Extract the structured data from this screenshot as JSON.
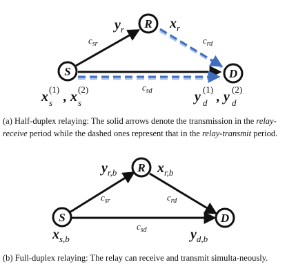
{
  "diagram_a": {
    "nodes": {
      "source": "S",
      "relay": "R",
      "destination": "D"
    },
    "symbols": {
      "y_r": "y",
      "y_r_sub": "r",
      "x_r": "x",
      "x_r_sub": "r",
      "c_sr": "c",
      "c_sr_sub": "sr",
      "c_rd": "c",
      "c_rd_sub": "rd",
      "c_sd": "c",
      "c_sd_sub": "sd",
      "xs1": "x",
      "xs1_sup": "(1)",
      "xs1_sub": "s",
      "comma1": ",",
      "xs2": "x",
      "xs2_sup": "(2)",
      "xs2_sub": "s",
      "yd1": "y",
      "yd1_sup": "(1)",
      "yd1_sub": "d",
      "comma2": ",",
      "yd2": "y",
      "yd2_sup": "(2)",
      "yd2_sub": "d"
    },
    "colors": {
      "solid": "#111111",
      "dashed": "#3f6ebf",
      "dashed_shadow": "#a8c0e8"
    }
  },
  "caption_a": {
    "prefix": "(a) Half-duplex relaying: The solid arrows denote the transmission in the ",
    "em1": "relay-receive",
    "mid": " period while the dashed ones represent that in the ",
    "em2": "relay-transmit",
    "suffix": " period."
  },
  "diagram_b": {
    "nodes": {
      "source": "S",
      "relay": "R",
      "destination": "D"
    },
    "symbols": {
      "y_rb": "y",
      "y_rb_sub": "r,b",
      "x_rb": "x",
      "x_rb_sub": "r,b",
      "c_sr": "c",
      "c_sr_sub": "sr",
      "c_rd": "c",
      "c_rd_sub": "rd",
      "c_sd": "c",
      "c_sd_sub": "sd",
      "x_sb": "x",
      "x_sb_sub": "s,b",
      "y_db": "y",
      "y_db_sub": "d,b"
    }
  },
  "caption_b": {
    "text": "(b) Full-duplex relaying: The relay can receive and transmit simulta-neously."
  }
}
